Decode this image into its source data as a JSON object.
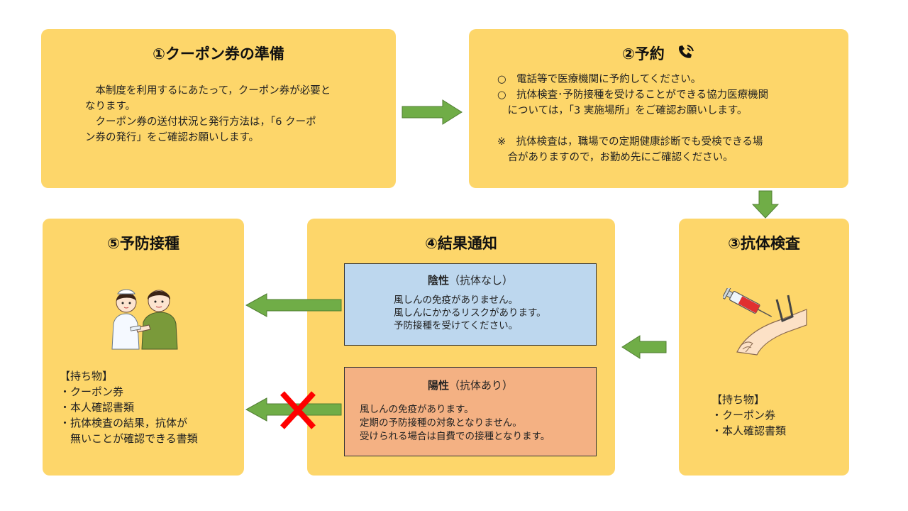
{
  "step1": {
    "title": "①クーポン券の準備",
    "lines": [
      "　本制度を利用するにあたって，クーポン券が必要と",
      "なります。",
      "　クーポン券の送付状況と発行方法は，「6 クーポ",
      "ン券の発行」をご確認お願いします。"
    ]
  },
  "step2": {
    "title": "②予約",
    "icon": "phone-icon",
    "lines": [
      "○　電話等で医療機関に予約してください。",
      "○　抗体検査･予防接種を受けることができる協力医療機関",
      "　については，「3 実施場所」をご確認お願いします。",
      "",
      "※　抗体検査は，職場での定期健康診断でも受検できる場",
      "　合がありますので，お勤め先にご確認ください。"
    ]
  },
  "step3": {
    "title": "③抗体検査",
    "illustration": "syringe-arm-illustration",
    "items_header": "【持ち物】",
    "items": [
      "・クーポン券",
      "・本人確認書類"
    ]
  },
  "step4": {
    "title": "④結果通知",
    "negative": {
      "label_bold": "陰性",
      "label_rest": "（抗体なし）",
      "lines": [
        "風しんの免疫がありません。",
        "風しんにかかるリスクがあります。",
        "予防接種を受けてください。"
      ],
      "color": "#bdd7ee"
    },
    "positive": {
      "label_bold": "陽性",
      "label_rest": "（抗体あり）",
      "lines": [
        "風しんの免疫があります。",
        "定期の予防接種の対象となりません。",
        "受けられる場合は自費での接種となります。"
      ],
      "color": "#f4b183"
    }
  },
  "step5": {
    "title": "⑤予防接種",
    "illustration": "vaccination-illustration",
    "items_header": "【持ち物】",
    "items": [
      "・クーポン券",
      "・本人確認書類",
      "・抗体検査の結果，抗体が",
      "　無いことが確認できる書類"
    ]
  },
  "colors": {
    "box": "#fdd66a",
    "arrow": "#70ad47",
    "cross": "#ff0000"
  }
}
